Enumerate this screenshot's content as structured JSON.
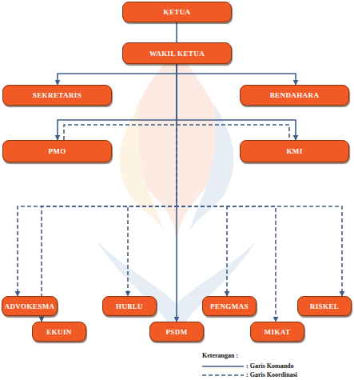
{
  "diagram": {
    "nodes": [
      {
        "text": [
          "KETUA"
        ]
      },
      {
        "text": [
          "WAKIL KETUA"
        ]
      },
      {
        "text": [
          "SEKRETARIS"
        ]
      },
      {
        "text": [
          "BENDAHARA"
        ]
      },
      {
        "text": [
          "PMO"
        ]
      },
      {
        "text": [
          "KMI"
        ]
      },
      {
        "text": [
          "ADVOKESMA"
        ]
      },
      {
        "text": [
          "EKUIN"
        ]
      },
      {
        "text": [
          "HUBLU"
        ]
      },
      {
        "text": [
          "PSDM"
        ]
      },
      {
        "text": [
          "PENGMAS"
        ]
      },
      {
        "text": [
          "MIKAT"
        ]
      },
      {
        "text": [
          "RISKEL"
        ]
      }
    ],
    "edges": [
      {
        "from": 0,
        "to": 1,
        "arrow": "none"
      },
      {
        "from": 1,
        "to": 2,
        "arrow": "to"
      },
      {
        "from": 1,
        "to": 3,
        "arrow": "to"
      },
      {
        "from": 1,
        "to": 4,
        "arrow": "to"
      },
      {
        "from": 1,
        "to": 5,
        "arrow": "to"
      },
      {
        "from": 4,
        "to": 5,
        "arrow": "none"
      },
      {
        "from": 1,
        "to": 6,
        "arrow": "to"
      },
      {
        "from": 1,
        "to": 7,
        "arrow": "to"
      },
      {
        "from": 1,
        "to": 8,
        "arrow": "to"
      },
      {
        "from": 1,
        "to": 9,
        "arrow": "to"
      },
      {
        "from": 1,
        "to": 10,
        "arrow": "to"
      },
      {
        "from": 1,
        "to": 11,
        "arrow": "to"
      },
      {
        "from": 1,
        "to": 12,
        "arrow": "to"
      }
    ],
    "labels": [
      "Keterangan :"
    ],
    "legend": [
      {
        "text": ": Garis Komando"
      },
      {
        "text": ": Garis Koordinasi"
      }
    ]
  }
}
